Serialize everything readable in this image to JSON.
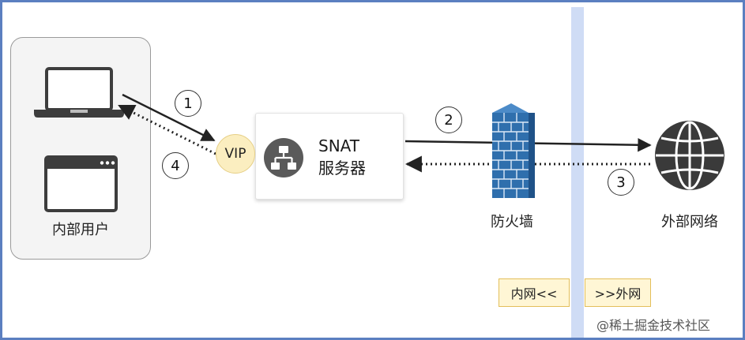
{
  "internal_user_label": "内部用户",
  "vip_label": "VIP",
  "snat_label_line1": "SNAT",
  "snat_label_line2": "服务器",
  "firewall_label": "防火墙",
  "external_network_label": "外部网络",
  "steps": [
    "1",
    "2",
    "3",
    "4"
  ],
  "zone_tags": {
    "inner": "内网<<",
    "outer": ">>外网"
  },
  "watermark": "@稀土掘金技术社区",
  "colors": {
    "frame": "#5b7fc0",
    "boundary_band": "#cfdcf5",
    "vip_fill": "#fbeec0",
    "tag_fill": "#fff6d5",
    "firewall": "#2f6fad",
    "icon_dark": "#3d3d3d"
  }
}
